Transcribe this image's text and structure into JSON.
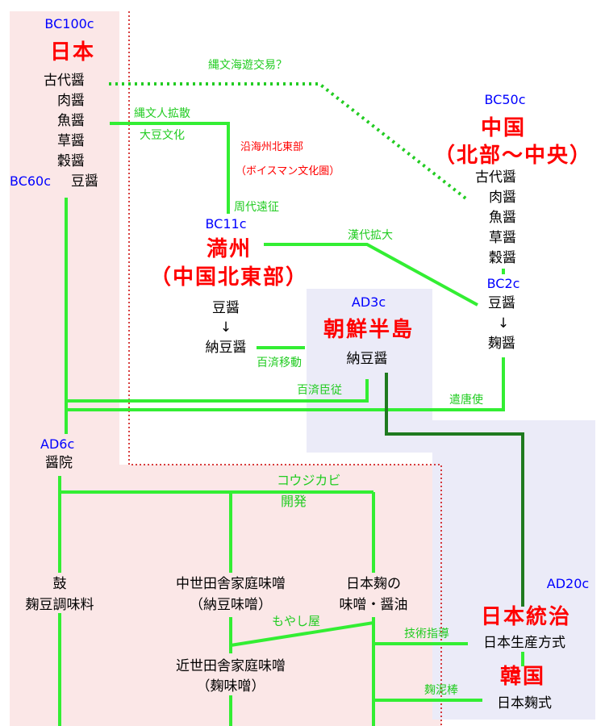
{
  "colors": {
    "japan_bg": "#fbe7e7",
    "korea_bg": "#ebebf8",
    "bright_green": "#33ee33",
    "dark_green": "#1f7a1f",
    "dotted_green": "#22cc22",
    "border_red": "#cc0000",
    "era_blue": "#0000ff",
    "region_red": "#ff0000"
  },
  "japan": {
    "era_bc100": "BC100c",
    "name": "日本",
    "sauces": [
      "古代醤",
      "肉醤",
      "魚醤",
      "草醤",
      "穀醤"
    ],
    "era_bc60": "BC60c",
    "bean_sauce": "豆醤",
    "era_ad6": "AD6c",
    "sho_in": "醤院"
  },
  "china": {
    "era": "BC50c",
    "name": "中国",
    "subname": "（北部〜中央）",
    "sauces": [
      "古代醤",
      "肉醤",
      "魚醤",
      "草醤",
      "穀醤"
    ],
    "era_bc2": "BC2c",
    "bean_sauce": "豆醤",
    "arrow": "↓",
    "koji_sauce": "麹醤"
  },
  "manchuria": {
    "era": "BC11c",
    "name": "満州",
    "subname": "（中国北東部）",
    "bean_sauce": "豆醤",
    "arrow": "↓",
    "natto_sauce": "納豆醤"
  },
  "korea_peninsula": {
    "era": "AD3c",
    "name": "朝鮮半島",
    "natto_sauce": "納豆醤"
  },
  "modern": {
    "era": "AD20c",
    "rule": "日本統治",
    "production": "日本生産方式",
    "korea": "韓国",
    "koji_style": "日本麹式"
  },
  "labels": {
    "jomon_trade": "縄文海遊交易？",
    "jomon_spread": "縄文人拡散",
    "soy_culture": "大豆文化",
    "coastal_ne": "沿海州北東部",
    "boisman": "（ボイスマン文化圏）",
    "zhou": "周代遠征",
    "han": "漢代拡大",
    "baekje_move": "百済移動",
    "baekje_vassal": "百済臣従",
    "kentoshi": "遣唐使",
    "koji_mold": "コウジカビ",
    "kaihatsu": "開発",
    "moyashi": "もやし屋",
    "tech": "技術指導",
    "koji_theft": "麹泥棒"
  },
  "products": {
    "shi": "鼓",
    "koji_seasoning": "麹豆調味料",
    "medieval": "中世田舎家庭味噌",
    "medieval_sub": "（納豆味噌）",
    "jp_koji_1": "日本麹の",
    "jp_koji_2": "味噌・醤油",
    "early_modern": "近世田舎家庭味噌",
    "early_modern_sub": "（麹味噌）"
  }
}
